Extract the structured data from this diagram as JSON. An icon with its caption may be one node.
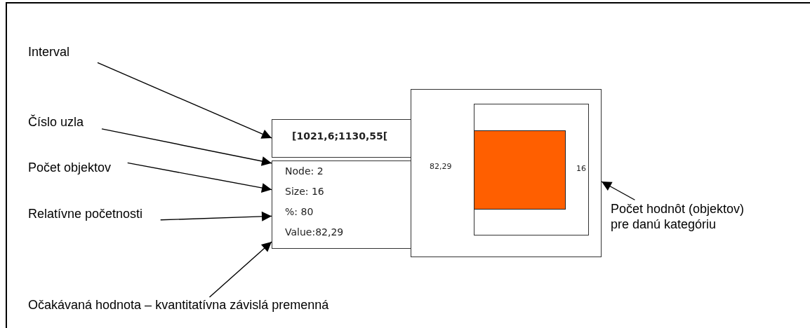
{
  "diagram": {
    "nodes": [
      {
        "text": [
          "Interval"
        ]
      },
      {
        "text": [
          "Číslo uzla"
        ]
      },
      {
        "text": [
          "Počet objektov"
        ]
      },
      {
        "text": [
          "Relatívne početnosti"
        ]
      },
      {
        "text": [
          "Očakávaná hodnota – kvantitatívna závislá premenná"
        ]
      },
      {
        "text": [
          "[1021,6;1130,55["
        ]
      },
      {
        "text": [
          "Node: 2",
          "Size: 16",
          "%: 80",
          "Value:82,29"
        ]
      },
      {
        "text": [
          "82,29"
        ]
      },
      {
        "text": [
          "16"
        ],
        "in": 7
      },
      {
        "text": [],
        "shape": "bar",
        "in": 8
      },
      {
        "text": [
          "Počet hodnôt (objektov) pre danú kategóriu"
        ]
      }
    ],
    "edges": [
      {
        "from": 0,
        "to": 5,
        "arrow": "to"
      },
      {
        "from": 1,
        "to": 6,
        "arrow": "to"
      },
      {
        "from": 2,
        "to": 6,
        "arrow": "to"
      },
      {
        "from": 3,
        "to": 6,
        "arrow": "to"
      },
      {
        "from": 4,
        "to": 6,
        "arrow": "to"
      },
      {
        "from": 10,
        "to": 7,
        "arrow": "to"
      }
    ]
  }
}
